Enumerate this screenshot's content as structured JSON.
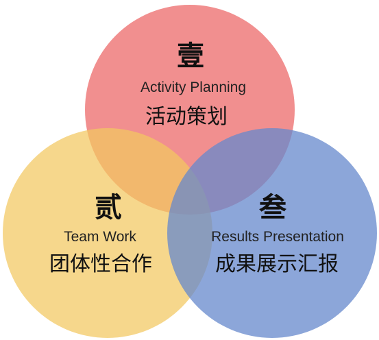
{
  "circles": [
    {
      "numeral": "壹",
      "english": "Activity Planning",
      "chinese": "活动策划",
      "color": "#ef7b7b"
    },
    {
      "numeral": "贰",
      "english": "Team Work",
      "chinese": "团体性合作",
      "color": "#f2c85f"
    },
    {
      "numeral": "叁",
      "english": "Results Presentation",
      "chinese": "成果展示汇报",
      "color": "#6688cc"
    }
  ]
}
